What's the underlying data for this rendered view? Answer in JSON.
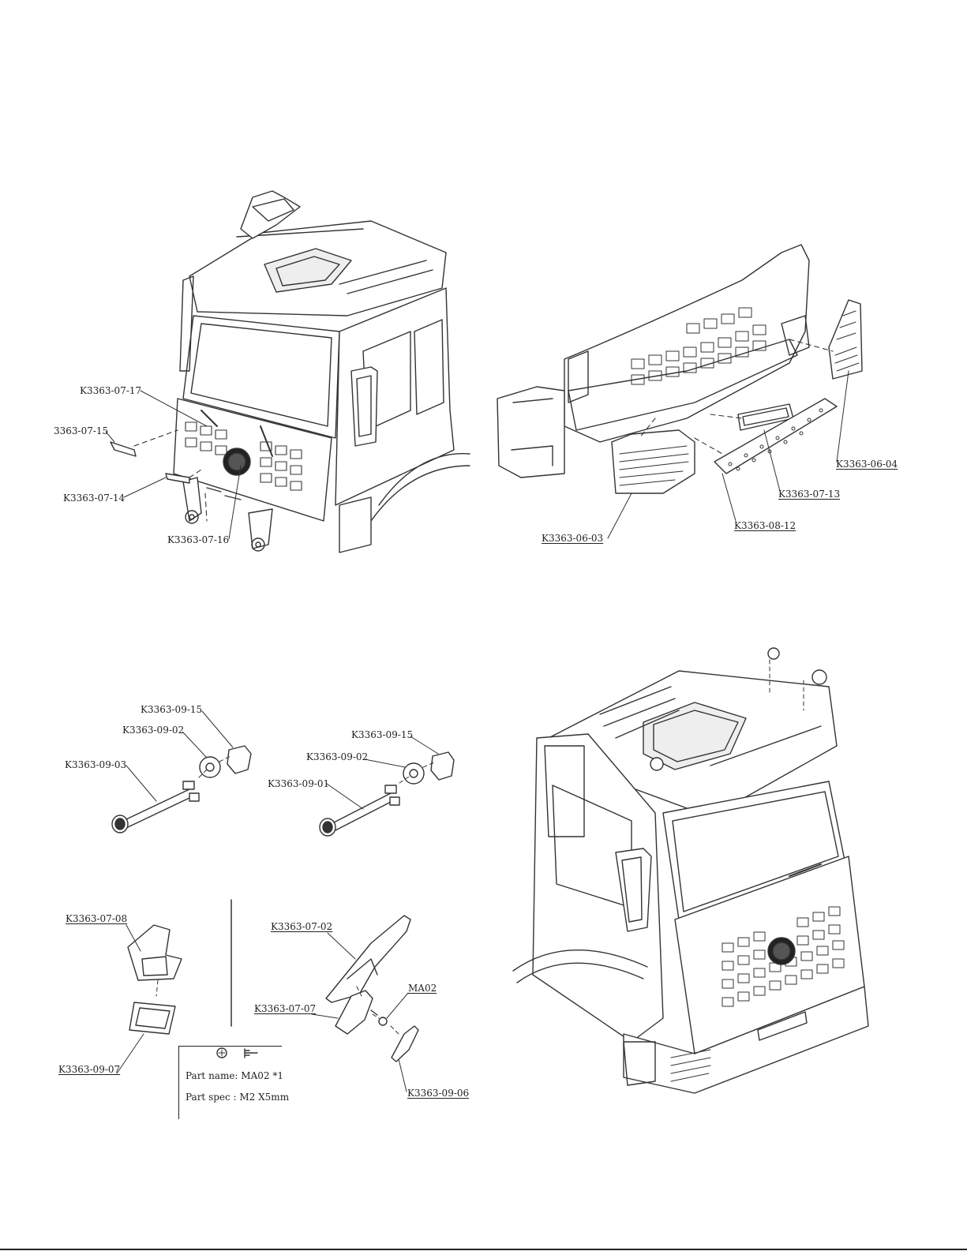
{
  "labels": {
    "k0717": "K3363-07-17",
    "k0715": "3363-07-15",
    "k0714": "K3363-07-14",
    "k0716": "K3363-07-16",
    "k0604": "K3363-06-04",
    "k0713": "K3363-07-13",
    "k0812": "K3363-08-12",
    "k0603": "K3363-06-03",
    "k0915a": "K3363-09-15",
    "k0902a": "K3363-09-02",
    "k0903": "K3363-09-03",
    "k0915b": "K3363-09-15",
    "k0902b": "K3363-09-02",
    "k0901": "K3363-09-01",
    "k0708": "K3363-07-08",
    "k0702": "K3363-07-02",
    "ma02": "MA02",
    "k0707": "K3363-07-07",
    "k0907": "K3363-09-07",
    "k0906": "K3363-09-06"
  },
  "spec": {
    "part_name": "Part name: MA02 *1",
    "part_spec": "Part spec : M2 X5mm"
  }
}
